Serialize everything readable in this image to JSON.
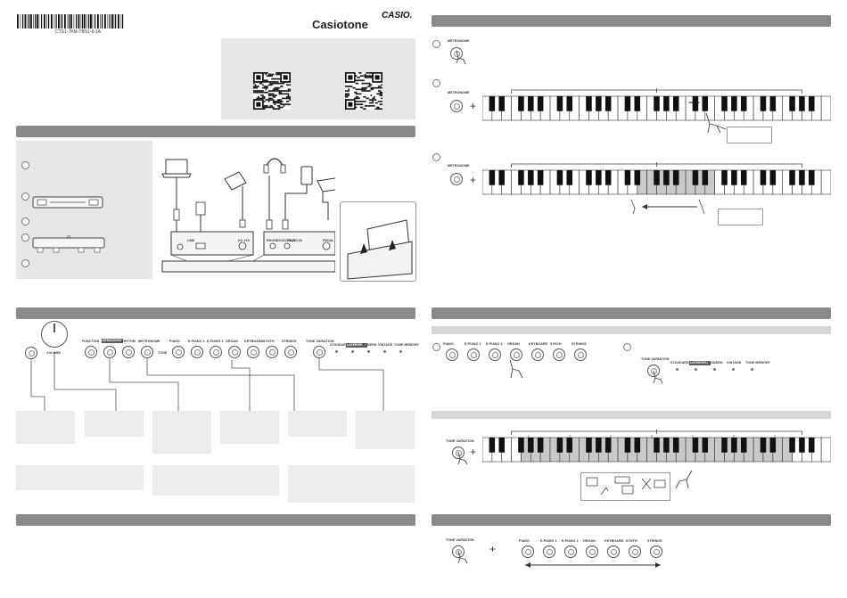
{
  "header": {
    "code_text": "CTS1-7KM-TBS1-6-1A",
    "model_text": "Casiotone",
    "brand_text": "CASIO."
  },
  "top_panel": {
    "note": ""
  },
  "buttons_row_left": [
    "FUNCTION",
    "DEMO/SONG",
    "RHYTHM",
    "METRONOME"
  ],
  "tone_buttons": [
    "PIANO",
    "E.PIANO 1",
    "E.PIANO 2",
    "ORGAN",
    "KEYBOARD",
    "SYNTH",
    "STRINGS"
  ],
  "tone_section_label": "TONE",
  "volume_label": "VOLUME",
  "tone_variation_label": "TONE VARIATION",
  "variation_leds": [
    "STANDARD",
    "LAYER/SPLIT",
    "MODERN",
    "VINTAGE",
    "TONE MEMORY"
  ],
  "metronome_label": "METRONOME",
  "right_top": {
    "step1_button": "METRONOME",
    "step2_button": "METRONOME",
    "step3_button": "METRONOME",
    "minus_plus": "− +"
  },
  "right_middle": {
    "tone_buttons": [
      "PIANO",
      "E.PIANO 1",
      "E.PIANO 2",
      "ORGAN",
      "KEYBOARD",
      "SYNTH",
      "STRINGS"
    ],
    "variation_button": "TONE VARIATION",
    "variation_leds": [
      "STANDARD",
      "LAYER/SPLIT",
      "MODERN",
      "VINTAGE",
      "TONE MEMORY"
    ]
  },
  "right_lower": {
    "variation_button": "TONE VARIATION"
  },
  "right_bottom": {
    "variation_button": "TONE VARIATION",
    "plus": "+",
    "tone_buttons": [
      "PIANO",
      "E.PIANO 1",
      "E.PIANO 2",
      "ORGAN",
      "KEYBOARD",
      "SYNTH",
      "STRINGS"
    ]
  },
  "connect": {
    "panel_labels": [
      "USB",
      "DC 12V",
      "PHONES/OUTPUT",
      "AUDIO IN",
      "PEDAL"
    ]
  },
  "colors": {
    "bar": "#8a8a8a",
    "panel": "#e6e6e6",
    "subbar": "#d7d7d7",
    "highlight_keys": "#c9c9c9"
  }
}
